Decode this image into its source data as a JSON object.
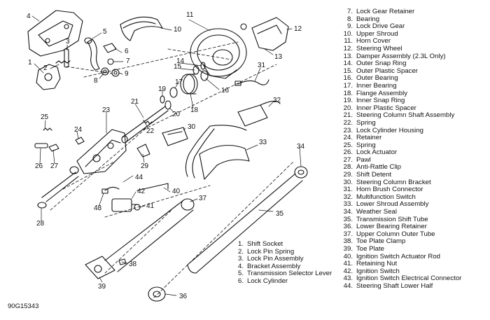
{
  "figure": {
    "code": "90G15343",
    "callouts": [
      "1",
      "2",
      "3",
      "4",
      "5",
      "6",
      "7",
      "8",
      "9",
      "10",
      "11",
      "12",
      "13",
      "14",
      "15",
      "16",
      "17",
      "18",
      "19",
      "20",
      "21",
      "22",
      "23",
      "24",
      "25",
      "26",
      "27",
      "28",
      "29",
      "30",
      "31",
      "32",
      "33",
      "34",
      "35",
      "36",
      "37",
      "38",
      "39",
      "40",
      "41",
      "42",
      "43",
      "44"
    ]
  },
  "legend_bottom": [
    {
      "num": "1.",
      "label": "Shift Socket"
    },
    {
      "num": "2.",
      "label": "Lock Pin Spring"
    },
    {
      "num": "3.",
      "label": "Lock Pin Assembly"
    },
    {
      "num": "4.",
      "label": "Bracket Assembly"
    },
    {
      "num": "5.",
      "label": "Transmission Selector Lever"
    },
    {
      "num": "6.",
      "label": "Lock Cylinder"
    }
  ],
  "legend_right": [
    {
      "num": "7.",
      "label": "Lock Gear Retainer"
    },
    {
      "num": "8.",
      "label": "Bearing"
    },
    {
      "num": "9.",
      "label": "Lock Drive Gear"
    },
    {
      "num": "10.",
      "label": "Upper Shroud"
    },
    {
      "num": "11.",
      "label": "Horn Cover"
    },
    {
      "num": "12.",
      "label": "Steering Wheel"
    },
    {
      "num": "13.",
      "label": "Damper Assembly (2.3L Only)"
    },
    {
      "num": "14.",
      "label": "Outer Snap Ring"
    },
    {
      "num": "15.",
      "label": "Outer Plastic Spacer"
    },
    {
      "num": "16.",
      "label": "Outer Bearing"
    },
    {
      "num": "17.",
      "label": "Inner Bearing"
    },
    {
      "num": "18.",
      "label": "Flange Assembly"
    },
    {
      "num": "19.",
      "label": "Inner Snap Ring"
    },
    {
      "num": "20.",
      "label": "Inner Plastic Spacer"
    },
    {
      "num": "21.",
      "label": "Steering Column Shaft Assembly"
    },
    {
      "num": "22.",
      "label": "Spring"
    },
    {
      "num": "23.",
      "label": "Lock Cylinder Housing"
    },
    {
      "num": "24.",
      "label": "Retainer"
    },
    {
      "num": "25.",
      "label": "Spring"
    },
    {
      "num": "26.",
      "label": "Lock Actuator"
    },
    {
      "num": "27.",
      "label": "Pawl"
    },
    {
      "num": "28.",
      "label": "Anti-Rattle Clip"
    },
    {
      "num": "29.",
      "label": "Shift Detent"
    },
    {
      "num": "30.",
      "label": "Steering Column Bracket"
    },
    {
      "num": "31.",
      "label": "Horn Brush Connector"
    },
    {
      "num": "32.",
      "label": "Multifunction Switch"
    },
    {
      "num": "33.",
      "label": "Lower Shroud Assembly"
    },
    {
      "num": "34.",
      "label": "Weather Seal"
    },
    {
      "num": "35.",
      "label": "Transmission Shift Tube"
    },
    {
      "num": "36.",
      "label": "Lower Bearing Retainer"
    },
    {
      "num": "37.",
      "label": "Upper Column Outer Tube"
    },
    {
      "num": "38.",
      "label": "Toe Plate Clamp"
    },
    {
      "num": "39.",
      "label": "Toe Plate"
    },
    {
      "num": "40.",
      "label": "Ignition Switch Actuator Rod"
    },
    {
      "num": "41.",
      "label": "Retaining Nut"
    },
    {
      "num": "42.",
      "label": "Ignition Switch"
    },
    {
      "num": "43.",
      "label": "Ignition Switch Electrical Connector"
    },
    {
      "num": "44.",
      "label": "Steering Shaft Lower Half"
    }
  ]
}
